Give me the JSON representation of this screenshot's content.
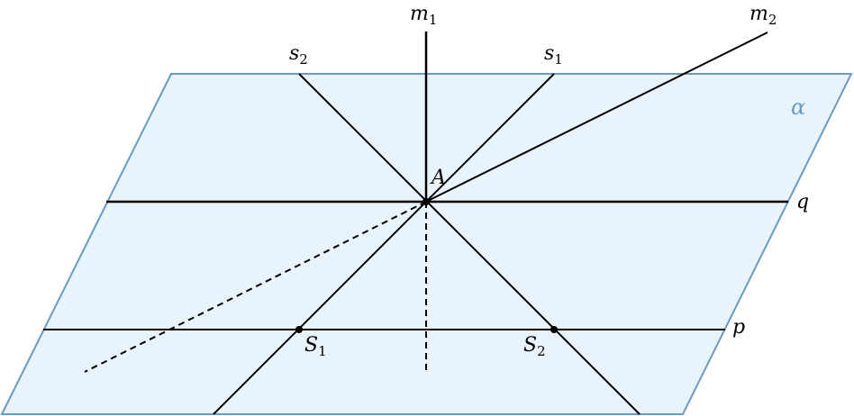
{
  "colors": {
    "plane_fill": "#e8f3fc",
    "plane_stroke": "#6b9ac4",
    "line": "#000000",
    "alpha_label": "#6b9ac4"
  },
  "labels": {
    "alpha": "α",
    "A": "A",
    "q": "q",
    "p": "p",
    "m1_main": "m",
    "m1_sub": "1",
    "m2_main": "m",
    "m2_sub": "2",
    "s1_main": "s",
    "s1_sub": "1",
    "s2_main": "s",
    "s2_sub": "2",
    "S1_main": "S",
    "S1_sub": "1",
    "S2_main": "S",
    "S2_sub": "2"
  },
  "line_styles": {
    "m1_below_plane": "dashed",
    "m2_below_plane": "dashed"
  }
}
